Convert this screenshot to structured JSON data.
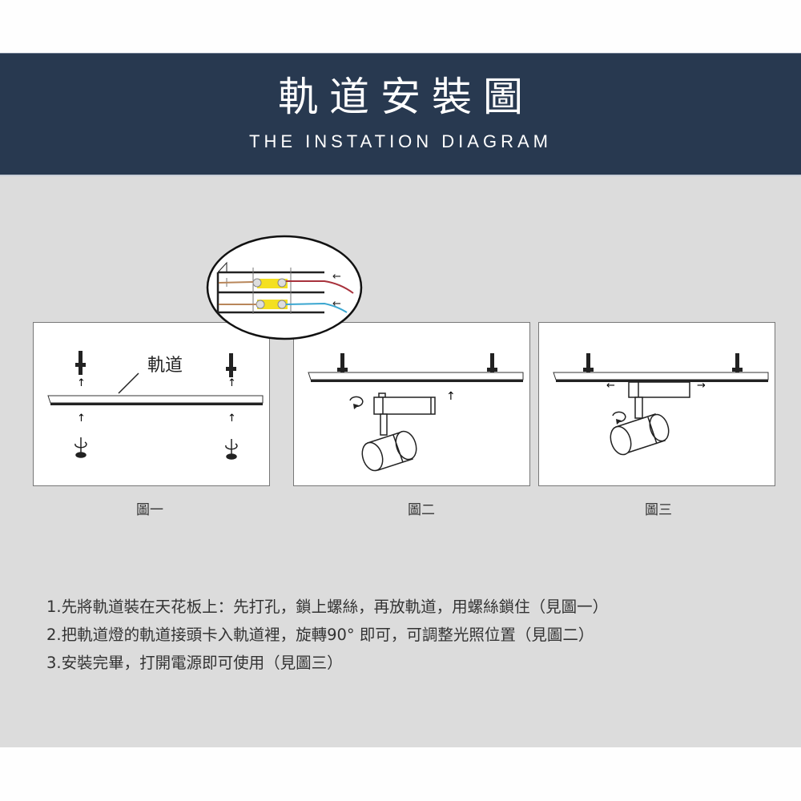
{
  "header": {
    "title": "軌道安裝圖",
    "subtitle": "THE INSTATION DIAGRAM",
    "background_color": "#283950"
  },
  "body": {
    "background_color": "#dcdcdc"
  },
  "detail_circle": {
    "wire_colors": {
      "top": "#a8323c",
      "bottom": "#3aa6d0",
      "left": "#b8865a"
    },
    "connector_color": "#f4e020",
    "arrows": [
      "←",
      "←"
    ]
  },
  "figures": [
    {
      "caption": "圖一",
      "label": "軌道",
      "arrows": [
        "↑",
        "↑",
        "↑",
        "↑"
      ]
    },
    {
      "caption": "圖二",
      "arrows": [
        "↑"
      ]
    },
    {
      "caption": "圖三",
      "arrows": [
        "←",
        "→"
      ]
    }
  ],
  "instructions": [
    "1.先將軌道裝在天花板上：先打孔，鎖上螺絲，再放軌道，用螺絲鎖住（見圖一）",
    "2.把軌道燈的軌道接頭卡入軌道裡，旋轉90° 即可，可調整光照位置（見圖二）",
    "3.安裝完畢，打開電源即可使用（見圖三）"
  ]
}
